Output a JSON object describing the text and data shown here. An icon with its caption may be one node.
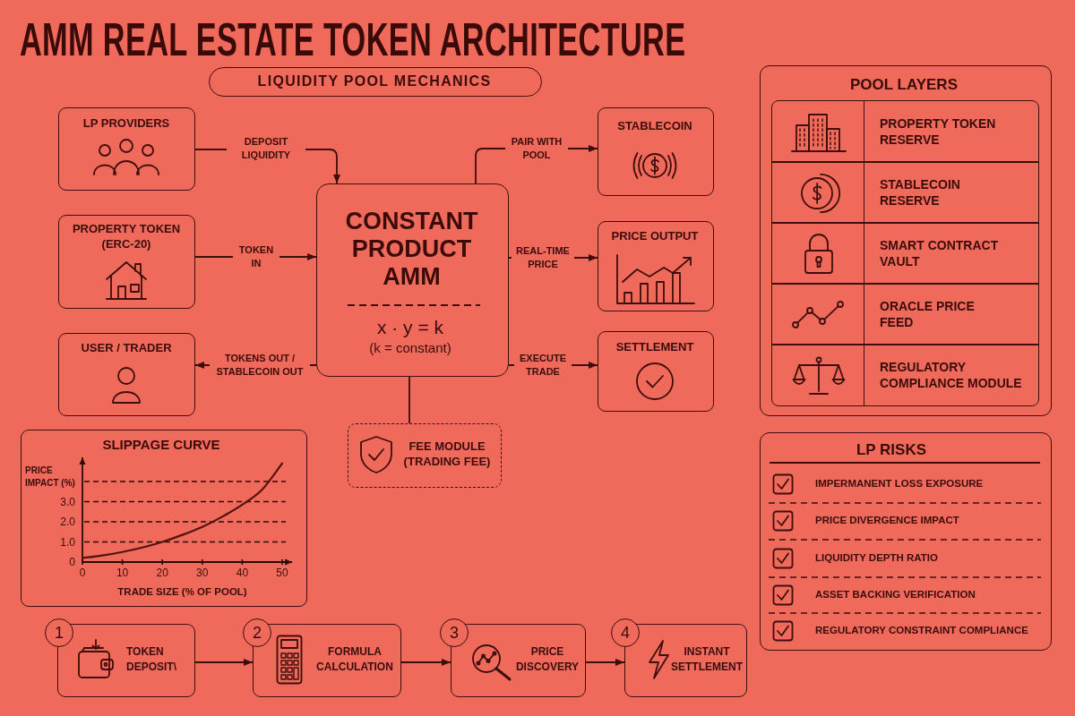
{
  "diagram": {
    "title": "AMM REAL ESTATE TOKEN ARCHITECTURE",
    "nodes": [
      {
        "text": [
          "LIQUIDITY POOL MECHANICS"
        ]
      },
      {
        "text": [
          "LP PROVIDERS"
        ]
      },
      {
        "text": [
          "PROPERTY TOKEN (ERC-20)"
        ]
      },
      {
        "text": [
          "USER / TRADER"
        ]
      },
      {
        "text": [
          "CONSTANT PRODUCT AMM",
          "x · y = k",
          "(k = constant)"
        ]
      },
      {
        "text": [
          "STABLECOIN"
        ]
      },
      {
        "text": [
          "PRICE OUTPUT"
        ]
      },
      {
        "text": [
          "SETTLEMENT"
        ]
      },
      {
        "text": [
          "FEE MODULE (TRADING FEE)"
        ]
      },
      {
        "text": [
          "SLIPPAGE CURVE"
        ]
      },
      {
        "text": [
          "POOL LAYERS"
        ]
      },
      {
        "text": [
          "PROPERTY TOKEN RESERVE"
        ],
        "in": 10
      },
      {
        "text": [
          "STABLECOIN RESERVE"
        ],
        "in": 10
      },
      {
        "text": [
          "SMART CONTRACT VAULT"
        ],
        "in": 10
      },
      {
        "text": [
          "ORACLE PRICE FEED"
        ],
        "in": 10
      },
      {
        "text": [
          "REGULATORY COMPLIANCE MODULE"
        ],
        "in": 10
      },
      {
        "text": [
          "LP RISKS"
        ]
      },
      {
        "text": [
          "1",
          "TOKEN DEPOSIT\\"
        ]
      },
      {
        "text": [
          "2",
          "FORMULA CALCULATION"
        ]
      },
      {
        "text": [
          "3",
          "PRICE DISCOVERY"
        ]
      },
      {
        "text": [
          "4",
          "INSTANT SETTLEMENT"
        ]
      }
    ],
    "edges": [
      {
        "from": 1,
        "to": 4,
        "arrow": "to",
        "label": "DEPOSIT LIQUIDITY"
      },
      {
        "from": 2,
        "to": 4,
        "arrow": "to",
        "label": "TOKEN IN"
      },
      {
        "from": 4,
        "to": 3,
        "arrow": "to",
        "label": "TOKENS OUT / STABLECOIN OUT"
      },
      {
        "from": 4,
        "to": 5,
        "arrow": "to",
        "label": "PAIR WITH POOL"
      },
      {
        "from": 4,
        "to": 6,
        "arrow": "to",
        "label": "REAL-TIME PRICE"
      },
      {
        "from": 4,
        "to": 7,
        "arrow": "to",
        "label": "EXECUTE TRADE"
      },
      {
        "from": 4,
        "to": 8,
        "arrow": "none"
      },
      {
        "from": 17,
        "to": 18,
        "arrow": "to"
      },
      {
        "from": 18,
        "to": 19,
        "arrow": "to"
      },
      {
        "from": 19,
        "to": 20,
        "arrow": "to"
      }
    ],
    "labels": [
      "IMPERMANENT LOSS EXPOSURE",
      "PRICE DIVERGENCE IMPACT",
      "LIQUIDITY DEPTH RATIO",
      "ASSET BACKING VERIFICATION",
      "REGULATORY CONSTRAINT COMPLIANCE"
    ],
    "chart_data": {
      "type": "line",
      "xlabel": "TRADE SIZE (% OF POOL)",
      "ylabel": "PRICE IMPACT (%)",
      "x": [
        0,
        5,
        10,
        15,
        20,
        25,
        30,
        35,
        40,
        45,
        50
      ],
      "series": [
        {
          "color": "#52140f",
          "values": [
            0.2,
            0.33,
            0.5,
            0.72,
            1.0,
            1.35,
            1.75,
            2.25,
            2.85,
            3.6,
            4.9
          ]
        }
      ],
      "xlim": [
        0,
        52.5
      ],
      "ylim": [
        0,
        5.2
      ],
      "xticks": [
        0,
        10,
        20,
        30,
        40,
        50
      ],
      "yticks": [
        {
          "value": 0,
          "label": "0"
        },
        {
          "value": 1,
          "label": "1.0"
        },
        {
          "value": 2,
          "label": "2.0"
        },
        {
          "value": 3,
          "label": "3.0"
        }
      ],
      "grid": true
    }
  }
}
